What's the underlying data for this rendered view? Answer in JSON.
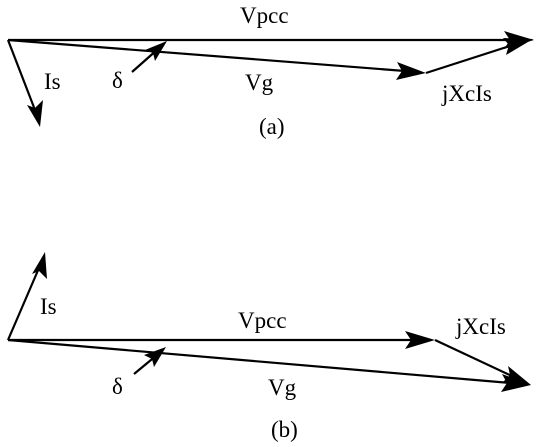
{
  "diagram": {
    "a": {
      "caption": "(a)",
      "labels": {
        "vpcc": "Vpcc",
        "is": "Is",
        "delta": "δ",
        "vg": "Vg",
        "jxcis": "jXcIs"
      }
    },
    "b": {
      "caption": "(b)",
      "labels": {
        "vpcc": "Vpcc",
        "is": "Is",
        "delta": "δ",
        "vg": "Vg",
        "jxcis": "jXcIs"
      }
    },
    "colors": {
      "stroke": "#000000",
      "background": "#ffffff"
    }
  }
}
